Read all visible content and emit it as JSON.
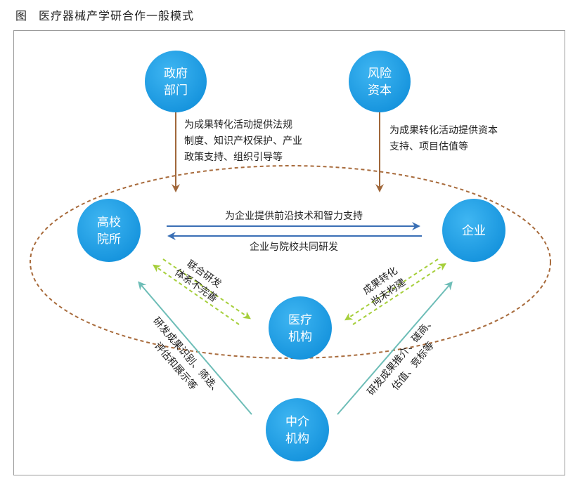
{
  "caption": {
    "fig": "图",
    "title": "医疗器械产学研合作一般模式"
  },
  "nodes": {
    "gov": [
      "政府",
      "部门"
    ],
    "vc": [
      "风险",
      "资本"
    ],
    "univ": [
      "高校",
      "院所"
    ],
    "enterprise": [
      "企业"
    ],
    "medical": [
      "医疗",
      "机构"
    ],
    "intermediary": [
      "中介",
      "机构"
    ]
  },
  "labels": {
    "gov_support": [
      "为成果转化活动提供法规",
      "制度、知识产权保护、产业",
      "政策支持、组织引导等"
    ],
    "vc_support": [
      "为成果转化活动提供资本",
      "支持、项目估值等"
    ],
    "univ_to_ent": "为企业提供前沿技术和智力支持",
    "ent_to_univ": "企业与院校共同研发",
    "univ_medical": [
      "联合研发",
      "体系不完善"
    ],
    "ent_medical": [
      "成果转化",
      "尚未构建"
    ],
    "inter_univ": [
      "研发成果识别、筛选、",
      "评估和展示等"
    ],
    "inter_ent": [
      "研发成果推介、磋商、",
      "估值、竞标等"
    ]
  },
  "colors": {
    "node": "#1a9ee8",
    "gov_arrow": "#a0673a",
    "blue_arrow": "#3a6fb5",
    "green_dashed": "#a6cf3b",
    "teal_arrow": "#6dbdb7",
    "ellipse": "#a86b3c"
  }
}
